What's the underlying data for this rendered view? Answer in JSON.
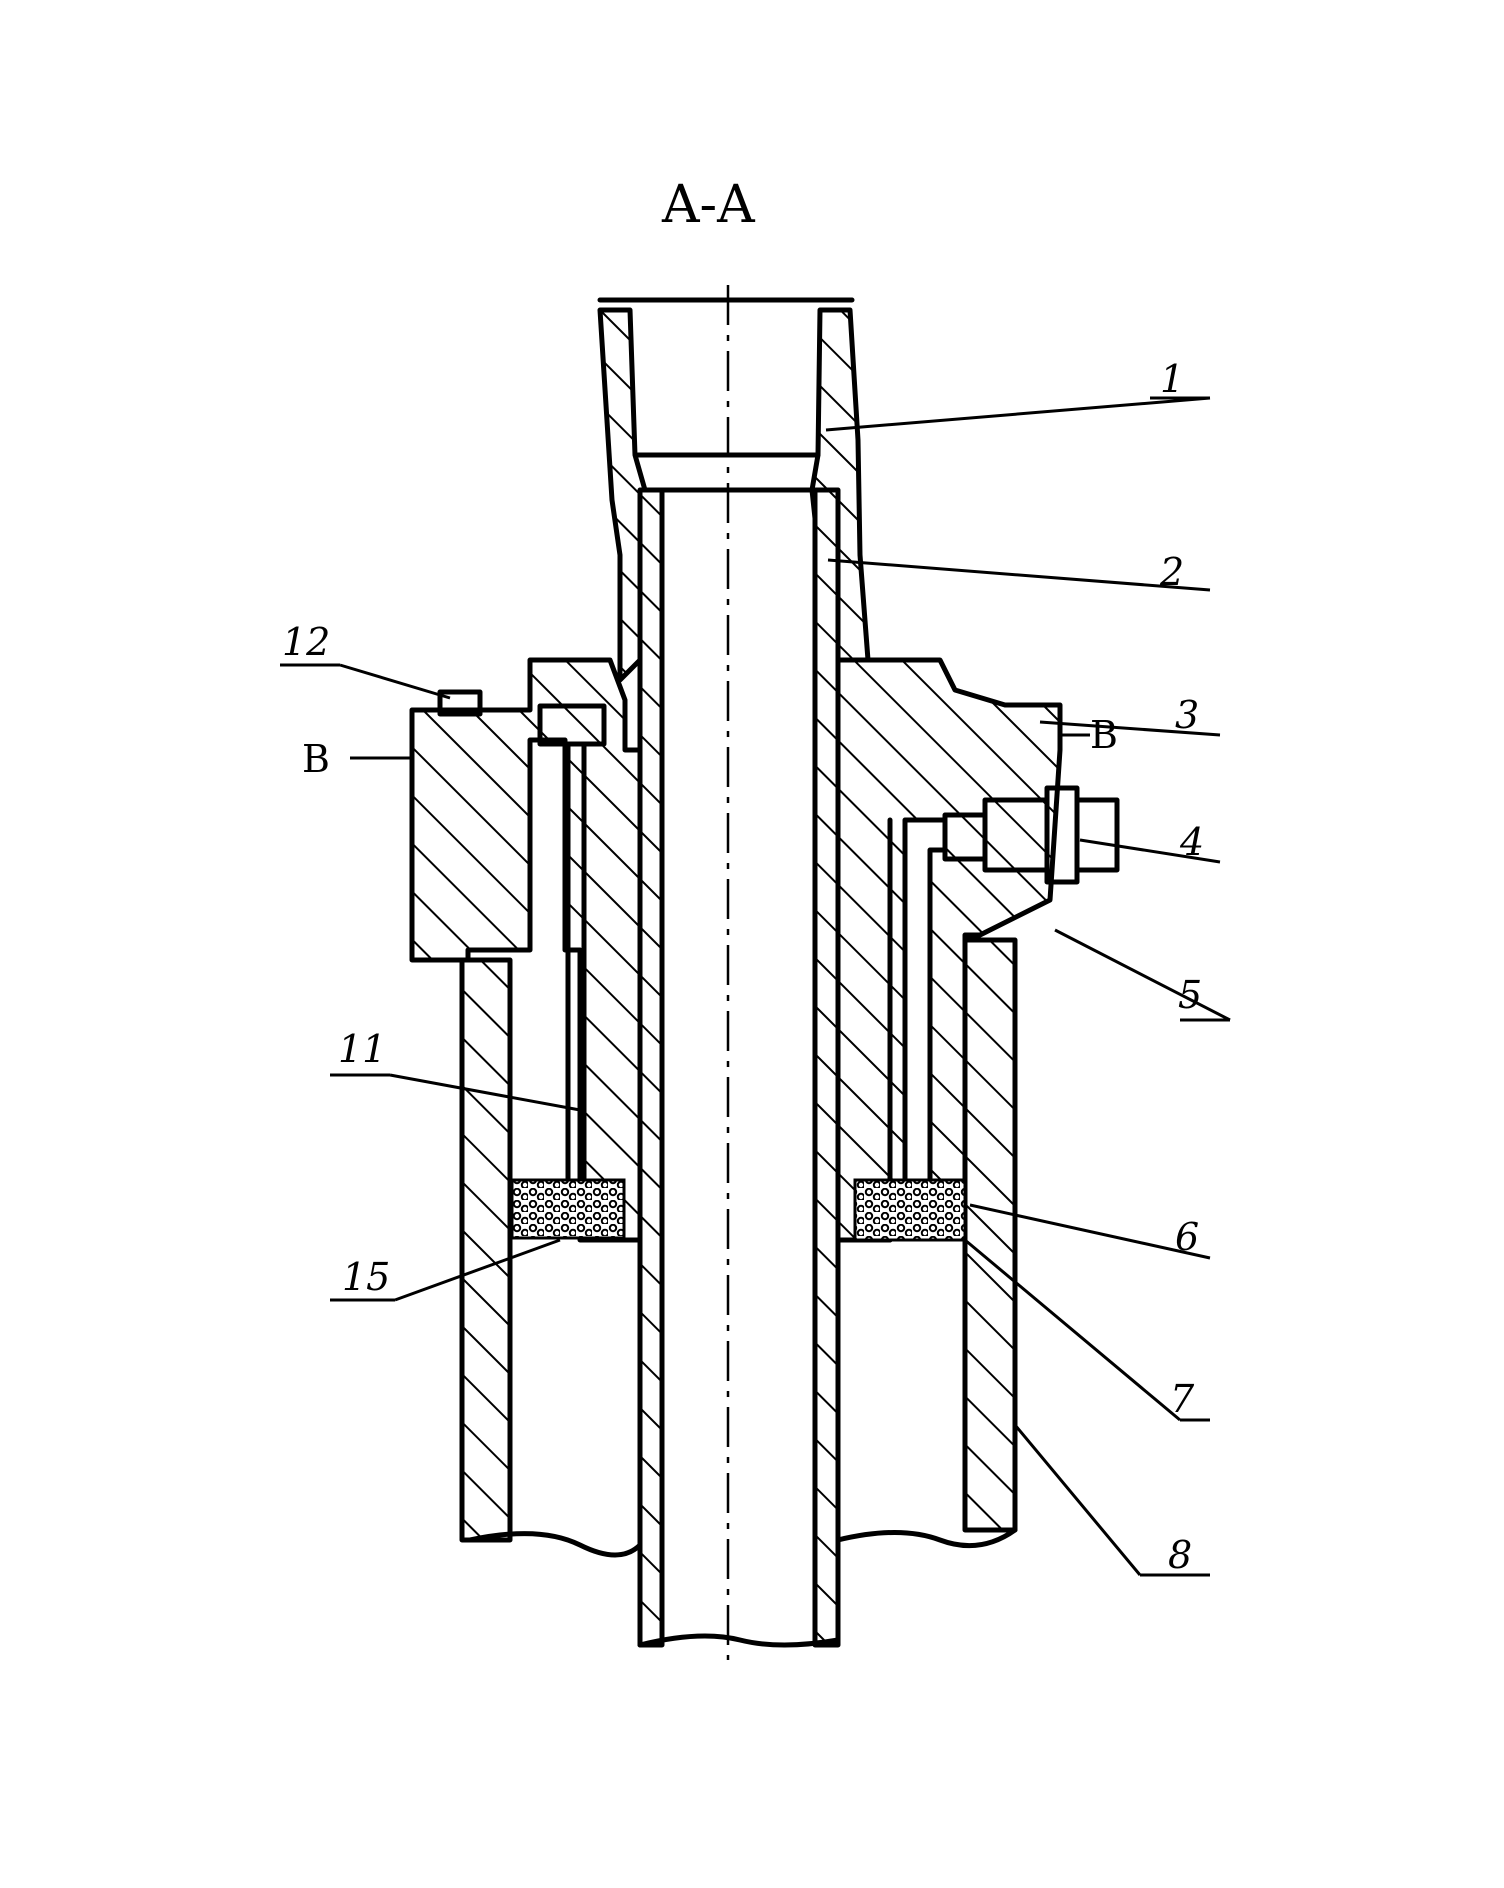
{
  "section_title": "A-A",
  "labels": {
    "l1": "1",
    "l2": "2",
    "l3": "3",
    "l4": "4",
    "l5": "5",
    "l6": "6",
    "l7": "7",
    "l8": "8",
    "l11": "11",
    "l12": "12",
    "l15": "15",
    "b_left": "B",
    "b_right": "B"
  }
}
